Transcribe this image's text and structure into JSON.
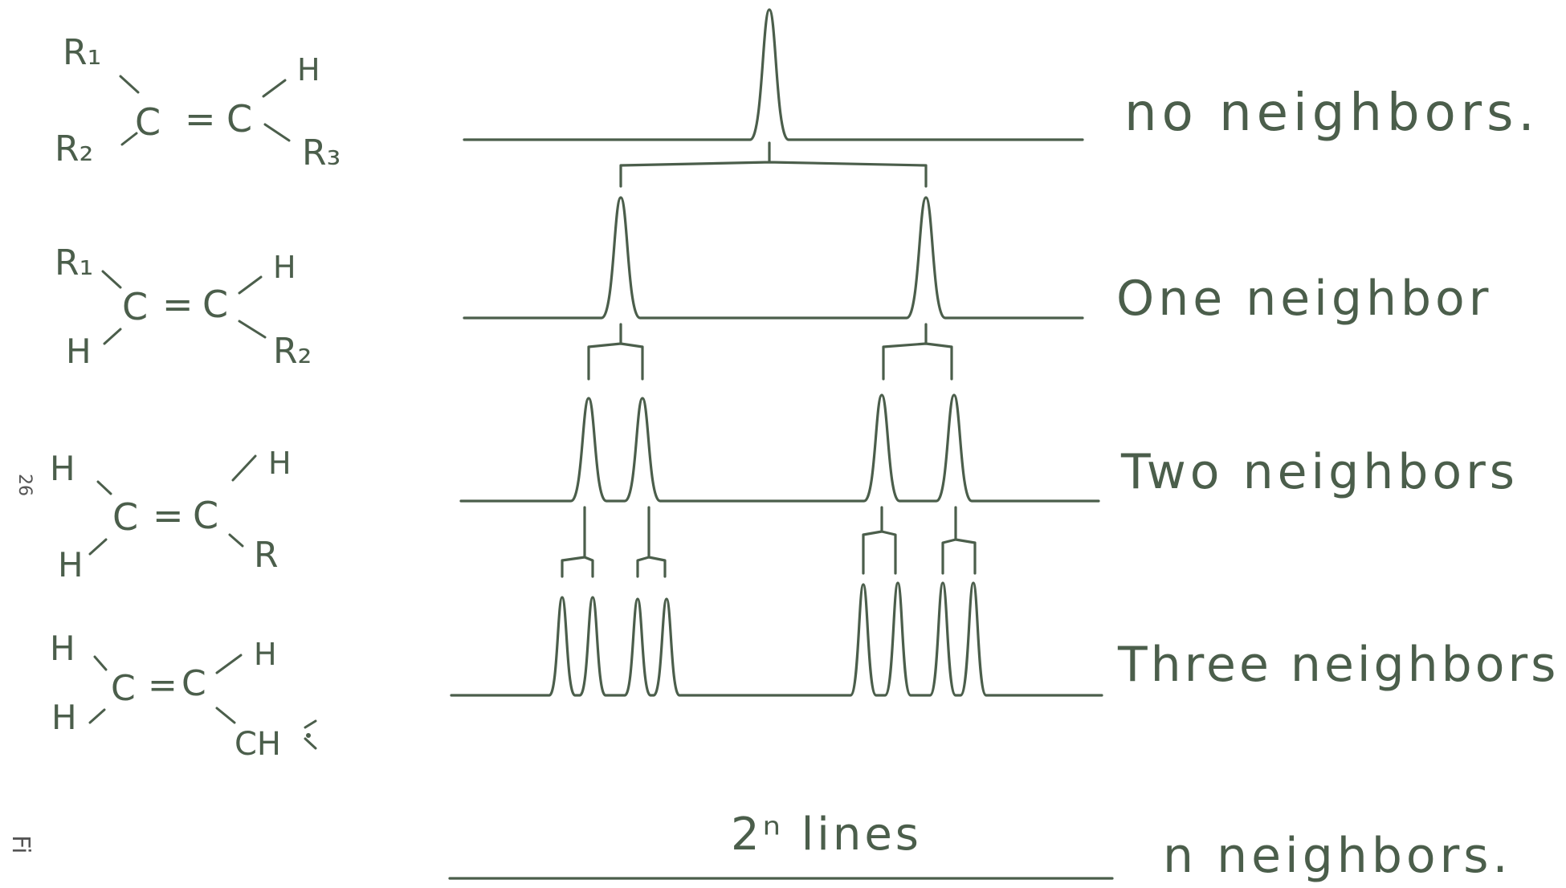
{
  "page_number": "26",
  "figure_label_fragment": "Fi",
  "rows": [
    {
      "label": "no neighbors.",
      "molecule": {
        "left_top": "R₁",
        "left_bottom": "R₂",
        "right_top": "H",
        "right_bottom": "R₃",
        "carbon_left": "C",
        "carbon_right": "C",
        "bond": "="
      }
    },
    {
      "label": "One neighbor",
      "molecule": {
        "left_top": "R₁",
        "left_bottom": "H",
        "right_top": "H",
        "right_bottom": "R₂",
        "carbon_left": "C",
        "carbon_right": "C",
        "bond": "="
      }
    },
    {
      "label": "Two neighbors",
      "molecule": {
        "left_top": "H",
        "left_bottom": "H",
        "right_top": "H",
        "right_bottom": "R",
        "carbon_left": "C",
        "carbon_right": "C",
        "bond": "="
      }
    },
    {
      "label": "Three neighbors",
      "molecule": {
        "left_top": "H",
        "left_bottom": "H",
        "right_top": "H",
        "right_bottom": "CH",
        "carbon_left": "C",
        "carbon_right": "C",
        "bond": "="
      }
    }
  ],
  "bottom_row": {
    "lines_label": "2ⁿ lines",
    "neighbors_label": "n neighbors."
  },
  "colors": {
    "ink": "#4b5e4b"
  }
}
